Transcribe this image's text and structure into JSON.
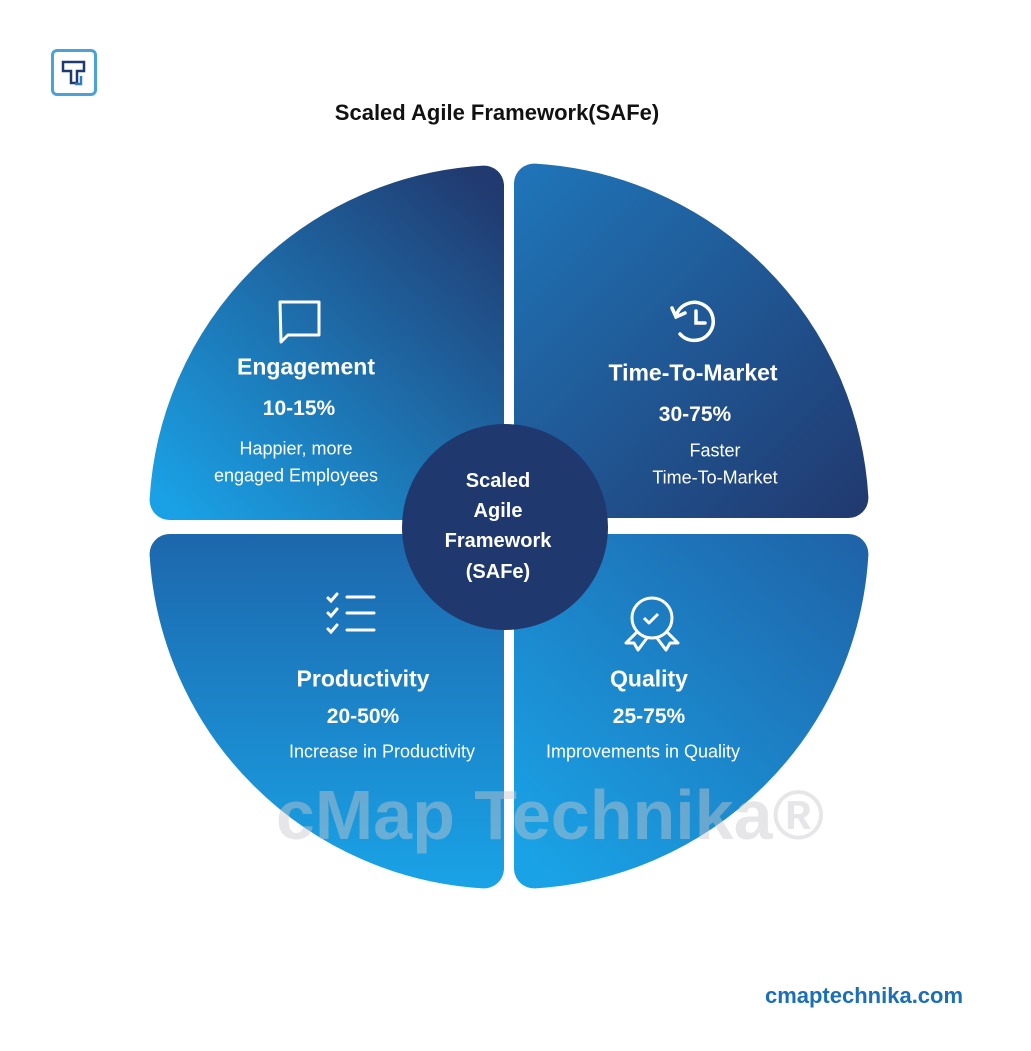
{
  "title": "Scaled Agile Framework(SAFe)",
  "center": {
    "lines": [
      "Scaled",
      "Agile",
      "Framework",
      "(SAFe)"
    ]
  },
  "quadrants": [
    {
      "icon": "chat-bubble-icon",
      "heading": "Engagement",
      "range": "10-15%",
      "description": [
        "Happier, more",
        "engaged Employees"
      ]
    },
    {
      "icon": "history-clock-icon",
      "heading": "Time-To-Market",
      "range": "30-75%",
      "description": [
        "Faster",
        "Time-To-Market"
      ]
    },
    {
      "icon": "checklist-icon",
      "heading": "Productivity",
      "range": "20-50%",
      "description": [
        "Increase in Productivity"
      ]
    },
    {
      "icon": "award-badge-icon",
      "heading": "Quality",
      "range": "25-75%",
      "description": [
        "Improvements in Quality"
      ]
    }
  ],
  "watermark": "cMap Technika®",
  "footer": "cmaptechnika.com",
  "colors": {
    "navy": "#1f3a72",
    "bright": "#1a9ee2",
    "accent": "#1a6fb8"
  }
}
